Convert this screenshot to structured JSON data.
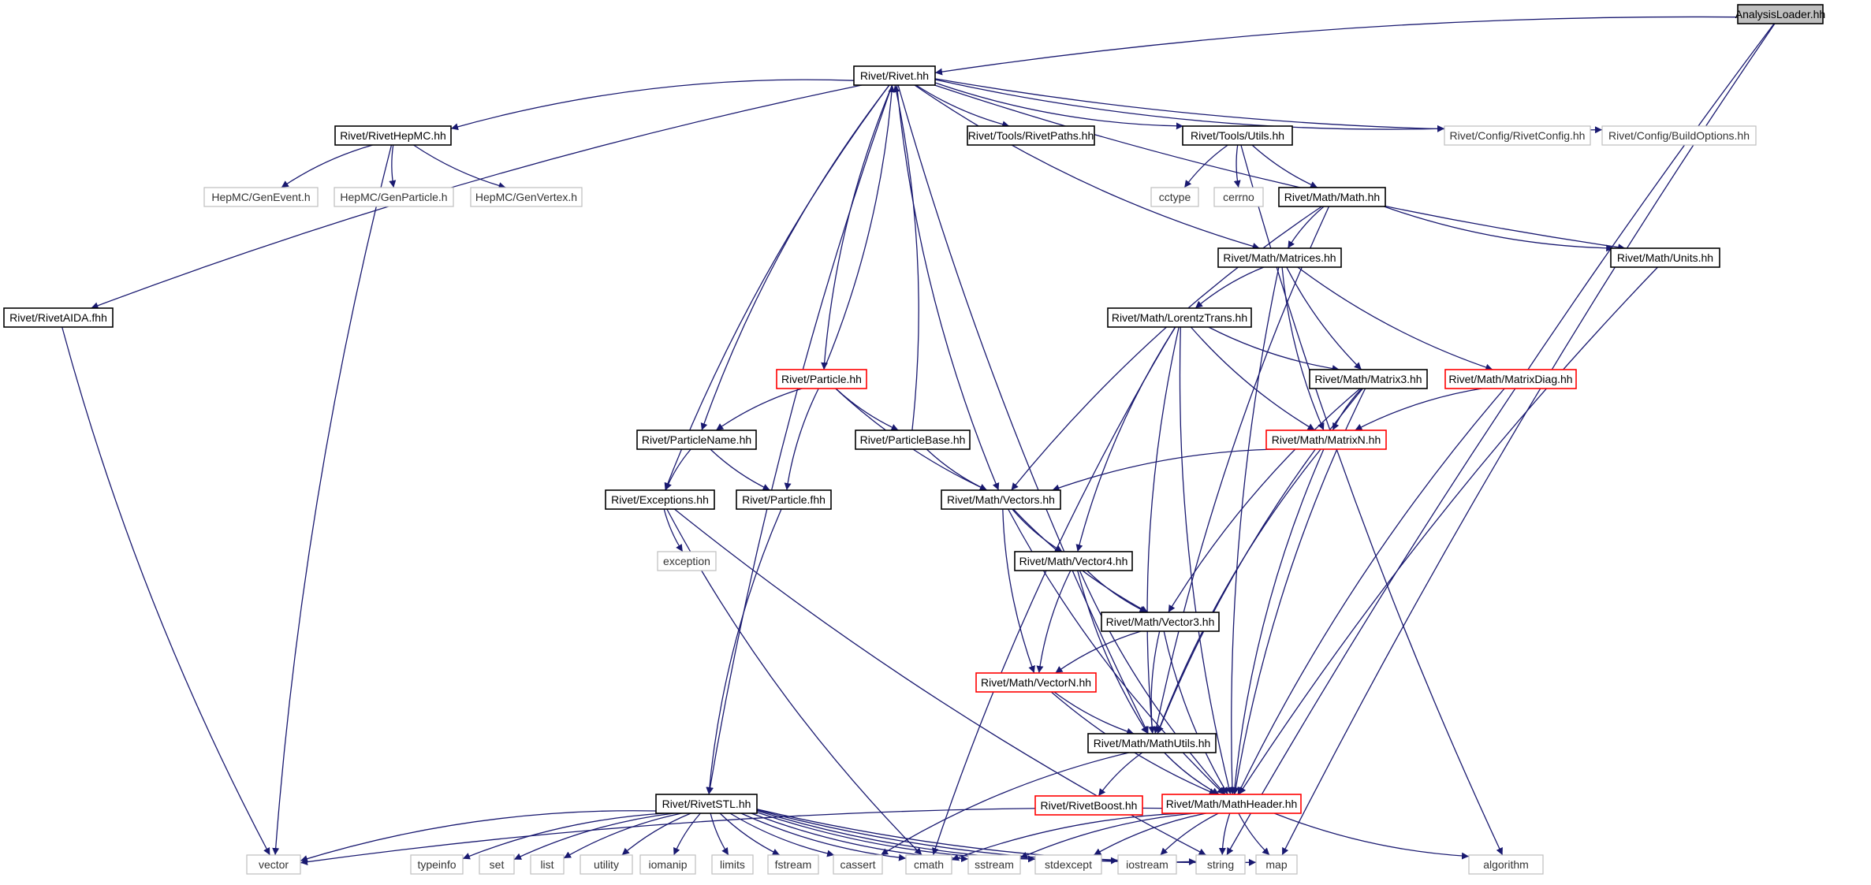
{
  "diagram": {
    "type": "include-dependency-graph",
    "colors": {
      "edge": "#191970",
      "root_fill": "#bfbfbf",
      "normal_border": "#000000",
      "external_border": "#bfbfbf",
      "external_text": "#333333",
      "truncated_border": "#ff0000",
      "text": "#000000"
    },
    "nodes": [
      {
        "id": "analysisloader",
        "label": "AnalysisLoader.hh",
        "kind": "root"
      },
      {
        "id": "rivet",
        "label": "Rivet/Rivet.hh",
        "kind": "normal"
      },
      {
        "id": "rivethepmc",
        "label": "Rivet/RivetHepMC.hh",
        "kind": "normal"
      },
      {
        "id": "rivetpaths",
        "label": "Rivet/Tools/RivetPaths.hh",
        "kind": "normal"
      },
      {
        "id": "utils",
        "label": "Rivet/Tools/Utils.hh",
        "kind": "normal"
      },
      {
        "id": "rivetconfig",
        "label": "Rivet/Config/RivetConfig.hh",
        "kind": "external"
      },
      {
        "id": "buildoptions",
        "label": "Rivet/Config/BuildOptions.hh",
        "kind": "external"
      },
      {
        "id": "genevent",
        "label": "HepMC/GenEvent.h",
        "kind": "external"
      },
      {
        "id": "genparticle",
        "label": "HepMC/GenParticle.h",
        "kind": "external"
      },
      {
        "id": "genvertex",
        "label": "HepMC/GenVertex.h",
        "kind": "external"
      },
      {
        "id": "cctype",
        "label": "cctype",
        "kind": "external"
      },
      {
        "id": "cerrno",
        "label": "cerrno",
        "kind": "external"
      },
      {
        "id": "math",
        "label": "Rivet/Math/Math.hh",
        "kind": "normal"
      },
      {
        "id": "matrices",
        "label": "Rivet/Math/Matrices.hh",
        "kind": "normal"
      },
      {
        "id": "units",
        "label": "Rivet/Math/Units.hh",
        "kind": "normal"
      },
      {
        "id": "rivetaida",
        "label": "Rivet/RivetAIDA.fhh",
        "kind": "normal"
      },
      {
        "id": "lorentz",
        "label": "Rivet/Math/LorentzTrans.hh",
        "kind": "normal"
      },
      {
        "id": "particle",
        "label": "Rivet/Particle.hh",
        "kind": "truncated"
      },
      {
        "id": "matrix3",
        "label": "Rivet/Math/Matrix3.hh",
        "kind": "normal"
      },
      {
        "id": "matrixdiag",
        "label": "Rivet/Math/MatrixDiag.hh",
        "kind": "truncated"
      },
      {
        "id": "particlename",
        "label": "Rivet/ParticleName.hh",
        "kind": "normal"
      },
      {
        "id": "particlebase",
        "label": "Rivet/ParticleBase.hh",
        "kind": "normal"
      },
      {
        "id": "matrixn",
        "label": "Rivet/Math/MatrixN.hh",
        "kind": "truncated"
      },
      {
        "id": "exceptions",
        "label": "Rivet/Exceptions.hh",
        "kind": "normal"
      },
      {
        "id": "particlefhh",
        "label": "Rivet/Particle.fhh",
        "kind": "normal"
      },
      {
        "id": "vectors",
        "label": "Rivet/Math/Vectors.hh",
        "kind": "normal"
      },
      {
        "id": "exception",
        "label": "exception",
        "kind": "external"
      },
      {
        "id": "vector4",
        "label": "Rivet/Math/Vector4.hh",
        "kind": "normal"
      },
      {
        "id": "vector3",
        "label": "Rivet/Math/Vector3.hh",
        "kind": "normal"
      },
      {
        "id": "vectorn",
        "label": "Rivet/Math/VectorN.hh",
        "kind": "truncated"
      },
      {
        "id": "mathutils",
        "label": "Rivet/Math/MathUtils.hh",
        "kind": "normal"
      },
      {
        "id": "rivetstl",
        "label": "Rivet/RivetSTL.hh",
        "kind": "normal"
      },
      {
        "id": "rivetboost",
        "label": "Rivet/RivetBoost.hh",
        "kind": "truncated"
      },
      {
        "id": "mathheader",
        "label": "Rivet/Math/MathHeader.hh",
        "kind": "truncated"
      },
      {
        "id": "vector",
        "label": "vector",
        "kind": "external"
      },
      {
        "id": "typeinfo",
        "label": "typeinfo",
        "kind": "external"
      },
      {
        "id": "set",
        "label": "set",
        "kind": "external"
      },
      {
        "id": "list",
        "label": "list",
        "kind": "external"
      },
      {
        "id": "utility",
        "label": "utility",
        "kind": "external"
      },
      {
        "id": "iomanip",
        "label": "iomanip",
        "kind": "external"
      },
      {
        "id": "limits",
        "label": "limits",
        "kind": "external"
      },
      {
        "id": "fstream",
        "label": "fstream",
        "kind": "external"
      },
      {
        "id": "cassert",
        "label": "cassert",
        "kind": "external"
      },
      {
        "id": "cmath",
        "label": "cmath",
        "kind": "external"
      },
      {
        "id": "sstream",
        "label": "sstream",
        "kind": "external"
      },
      {
        "id": "stdexcept",
        "label": "stdexcept",
        "kind": "external"
      },
      {
        "id": "iostream",
        "label": "iostream",
        "kind": "external"
      },
      {
        "id": "string",
        "label": "string",
        "kind": "external"
      },
      {
        "id": "map",
        "label": "map",
        "kind": "external"
      },
      {
        "id": "algorithm",
        "label": "algorithm",
        "kind": "external"
      }
    ],
    "edges": [
      [
        "analysisloader",
        "rivet"
      ],
      [
        "analysisloader",
        "string"
      ],
      [
        "analysisloader",
        "map"
      ],
      [
        "rivet",
        "rivethepmc"
      ],
      [
        "rivet",
        "rivetpaths"
      ],
      [
        "rivet",
        "utils"
      ],
      [
        "rivet",
        "rivetconfig"
      ],
      [
        "rivet",
        "buildoptions"
      ],
      [
        "rivet",
        "rivetaida"
      ],
      [
        "rivet",
        "rivetstl"
      ],
      [
        "rivet",
        "mathutils"
      ],
      [
        "rivet",
        "exceptions"
      ],
      [
        "rivet",
        "particlename"
      ],
      [
        "rivet",
        "particle"
      ],
      [
        "rivet",
        "vectors"
      ],
      [
        "rivet",
        "matrices"
      ],
      [
        "rivet",
        "units"
      ],
      [
        "rivethepmc",
        "genevent"
      ],
      [
        "rivethepmc",
        "genparticle"
      ],
      [
        "rivethepmc",
        "genvertex"
      ],
      [
        "rivethepmc",
        "vector"
      ],
      [
        "utils",
        "cctype"
      ],
      [
        "utils",
        "cerrno"
      ],
      [
        "utils",
        "math"
      ],
      [
        "utils",
        "algorithm"
      ],
      [
        "math",
        "matrices"
      ],
      [
        "math",
        "units"
      ],
      [
        "math",
        "vectors"
      ],
      [
        "math",
        "mathutils"
      ],
      [
        "matrices",
        "lorentz"
      ],
      [
        "matrices",
        "matrix3"
      ],
      [
        "matrices",
        "matrixdiag"
      ],
      [
        "matrices",
        "matrixn"
      ],
      [
        "matrices",
        "mathheader"
      ],
      [
        "units",
        "mathheader"
      ],
      [
        "rivetaida",
        "vector"
      ],
      [
        "lorentz",
        "matrix3"
      ],
      [
        "lorentz",
        "matrixn"
      ],
      [
        "lorentz",
        "vector4"
      ],
      [
        "lorentz",
        "mathutils"
      ],
      [
        "lorentz",
        "mathheader"
      ],
      [
        "lorentz",
        "cmath"
      ],
      [
        "particle",
        "rivet"
      ],
      [
        "particle",
        "particlename"
      ],
      [
        "particle",
        "particlebase"
      ],
      [
        "particle",
        "particlefhh"
      ],
      [
        "particle",
        "vectors"
      ],
      [
        "particlebase",
        "rivet"
      ],
      [
        "particlebase",
        "vectors"
      ],
      [
        "matrix3",
        "matrixn"
      ],
      [
        "matrix3",
        "vector3"
      ],
      [
        "matrix3",
        "mathutils"
      ],
      [
        "matrix3",
        "mathheader"
      ],
      [
        "matrixdiag",
        "matrixn"
      ],
      [
        "matrixdiag",
        "mathheader"
      ],
      [
        "matrixn",
        "vectors"
      ],
      [
        "matrixn",
        "mathutils"
      ],
      [
        "matrixn",
        "mathheader"
      ],
      [
        "particlename",
        "exceptions"
      ],
      [
        "particlename",
        "particlefhh"
      ],
      [
        "exceptions",
        "exception"
      ],
      [
        "exceptions",
        "cmath"
      ],
      [
        "exceptions",
        "string"
      ],
      [
        "particlefhh",
        "rivetstl"
      ],
      [
        "vectors",
        "vector4"
      ],
      [
        "vectors",
        "vector3"
      ],
      [
        "vectors",
        "vectorn"
      ],
      [
        "vectors",
        "mathheader"
      ],
      [
        "vector4",
        "vector3"
      ],
      [
        "vector4",
        "vectorn"
      ],
      [
        "vector4",
        "mathutils"
      ],
      [
        "vector4",
        "mathheader"
      ],
      [
        "vector3",
        "vectorn"
      ],
      [
        "vector3",
        "mathutils"
      ],
      [
        "vector3",
        "mathheader"
      ],
      [
        "vectorn",
        "mathutils"
      ],
      [
        "vectorn",
        "mathheader"
      ],
      [
        "mathutils",
        "mathheader"
      ],
      [
        "mathutils",
        "rivetboost"
      ],
      [
        "mathutils",
        "cassert"
      ],
      [
        "rivetstl",
        "vector"
      ],
      [
        "rivetstl",
        "typeinfo"
      ],
      [
        "rivetstl",
        "set"
      ],
      [
        "rivetstl",
        "list"
      ],
      [
        "rivetstl",
        "utility"
      ],
      [
        "rivetstl",
        "iomanip"
      ],
      [
        "rivetstl",
        "limits"
      ],
      [
        "rivetstl",
        "fstream"
      ],
      [
        "rivetstl",
        "cassert"
      ],
      [
        "rivetstl",
        "cmath"
      ],
      [
        "rivetstl",
        "sstream"
      ],
      [
        "rivetstl",
        "stdexcept"
      ],
      [
        "rivetstl",
        "iostream"
      ],
      [
        "rivetstl",
        "string"
      ],
      [
        "rivetstl",
        "map"
      ],
      [
        "mathheader",
        "vector"
      ],
      [
        "mathheader",
        "cmath"
      ],
      [
        "mathheader",
        "sstream"
      ],
      [
        "mathheader",
        "stdexcept"
      ],
      [
        "mathheader",
        "iostream"
      ],
      [
        "mathheader",
        "string"
      ],
      [
        "mathheader",
        "map"
      ],
      [
        "mathheader",
        "algorithm"
      ]
    ]
  }
}
